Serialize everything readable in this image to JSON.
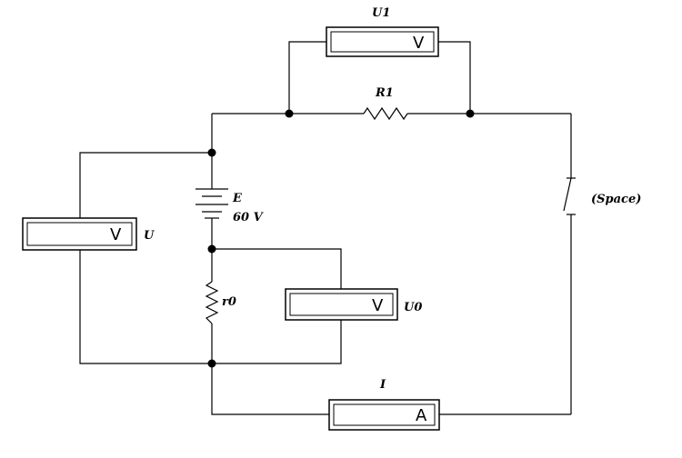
{
  "components": {
    "R1": {
      "label": "R1"
    },
    "r0": {
      "label": "r0"
    },
    "battery": {
      "label": "E",
      "value": "60 V"
    },
    "switch": {
      "key": "(Space)"
    }
  },
  "meters": {
    "U1": {
      "label": "U1",
      "unit": "V"
    },
    "U": {
      "label": "U",
      "unit": "V"
    },
    "U0": {
      "label": "U0",
      "unit": "V"
    },
    "I": {
      "label": "I",
      "unit": "A"
    }
  },
  "colors": {
    "wire": "#000000",
    "meter_frame": "#000000",
    "background": "#ffffff"
  }
}
